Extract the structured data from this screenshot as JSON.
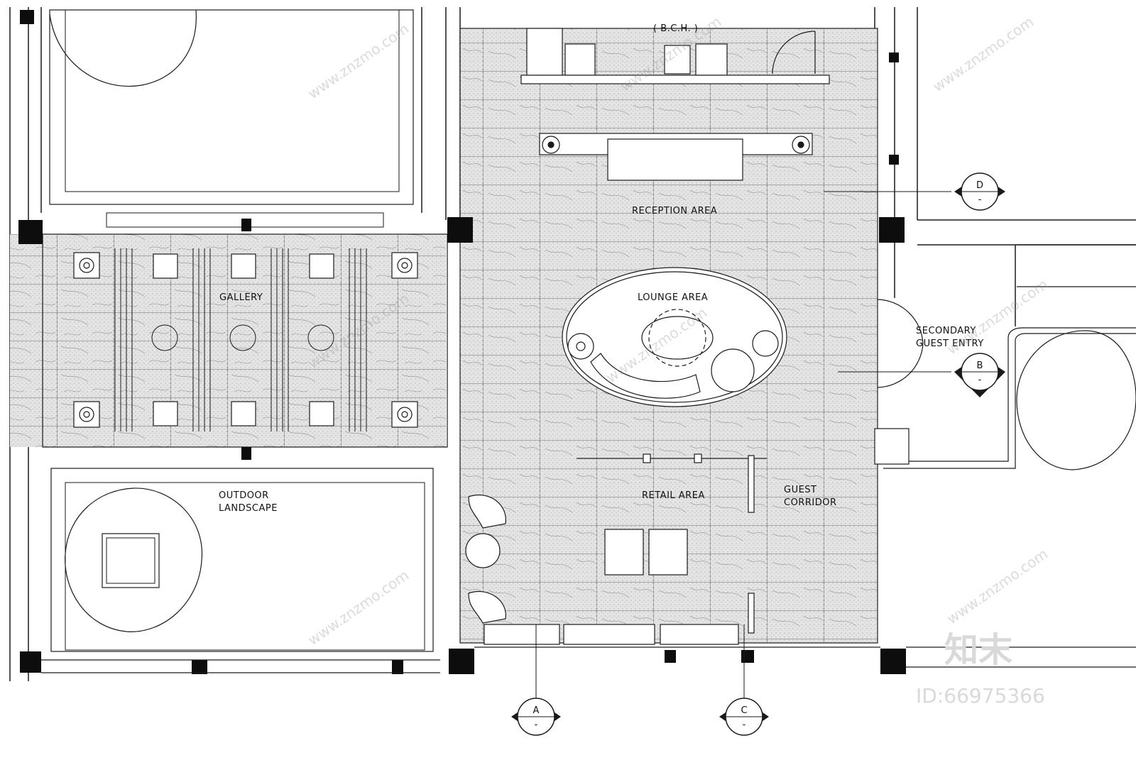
{
  "rooms": {
    "bch": "( B.C.H. )",
    "reception": "RECEPTION AREA",
    "gallery": "GALLERY",
    "lounge": "LOUNGE AREA",
    "secondary_entry_line1": "SECONDARY",
    "secondary_entry_line2": "GUEST ENTRY",
    "outdoor_line1": "OUTDOOR",
    "outdoor_line2": "LANDSCAPE",
    "retail": "RETAIL AREA",
    "corridor_line1": "GUEST",
    "corridor_line2": "CORRIDOR"
  },
  "section_markers": {
    "d": {
      "letter": "D",
      "sub": "-"
    },
    "b": {
      "letter": "B",
      "sub": "-"
    },
    "a": {
      "letter": "A",
      "sub": "-"
    },
    "c": {
      "letter": "C",
      "sub": "-"
    }
  },
  "watermark": {
    "site": "www.znzmo.com",
    "brand": "知末",
    "id": "ID:66975366"
  },
  "colors": {
    "line": "#1a1a1a",
    "stone_fill": "#dcdcdc",
    "column": "#0d0d0d"
  }
}
